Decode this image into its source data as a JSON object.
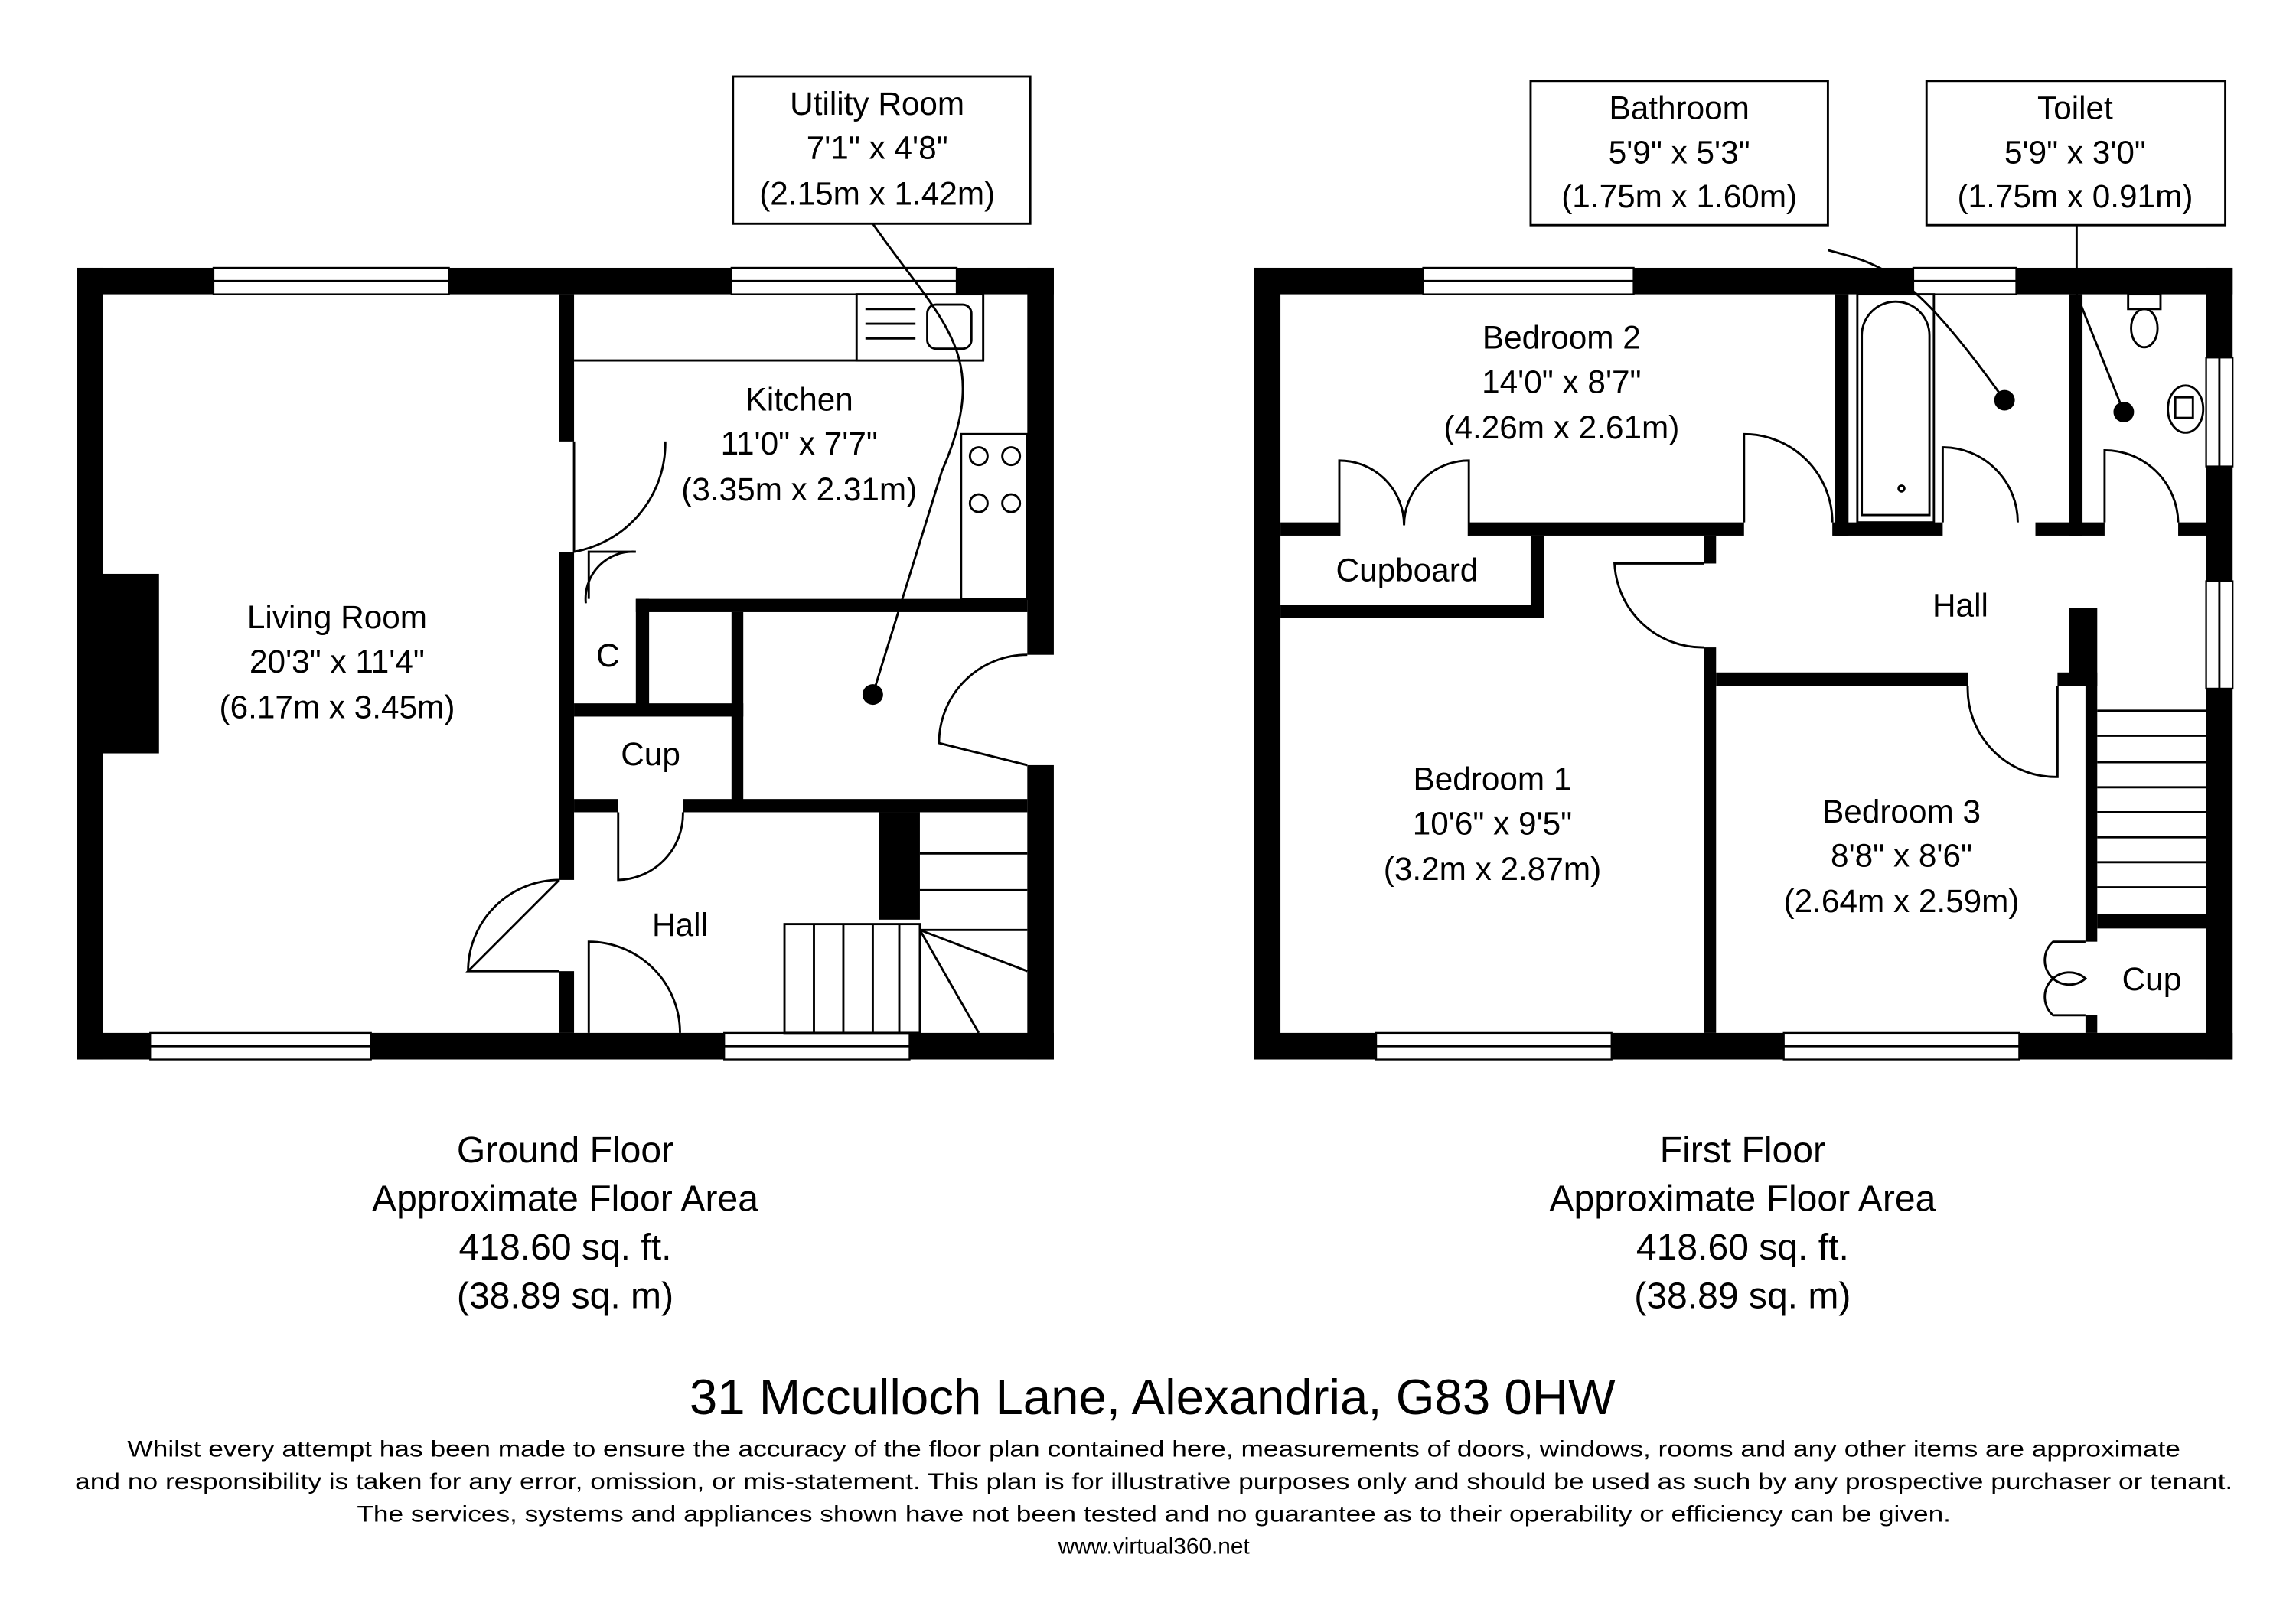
{
  "ground_floor": {
    "rooms": {
      "living_room": {
        "name": "Living Room",
        "imperial": "20'3\" x 11'4\"",
        "metric": "(6.17m x 3.45m)"
      },
      "kitchen": {
        "name": "Kitchen",
        "imperial": "11'0\" x 7'7\"",
        "metric": "(3.35m x 2.31m)"
      },
      "utility_room": {
        "name": "Utility Room",
        "imperial": "7'1\" x 4'8\"",
        "metric": "(2.15m x 1.42m)"
      },
      "closet": {
        "name": "C"
      },
      "cupboard": {
        "name": "Cup"
      },
      "hall": {
        "name": "Hall"
      }
    },
    "caption": {
      "floor": "Ground Floor",
      "label": "Approximate Floor Area",
      "sqft": "418.60 sq. ft.",
      "sqm": "(38.89 sq. m)"
    }
  },
  "first_floor": {
    "rooms": {
      "bedroom_2": {
        "name": "Bedroom 2",
        "imperial": "14'0\" x 8'7\"",
        "metric": "(4.26m x 2.61m)"
      },
      "bathroom": {
        "name": "Bathroom",
        "imperial": "5'9\" x 5'3\"",
        "metric": "(1.75m x 1.60m)"
      },
      "toilet": {
        "name": "Toilet",
        "imperial": "5'9\" x 3'0\"",
        "metric": "(1.75m x 0.91m)"
      },
      "cupboard": {
        "name": "Cupboard"
      },
      "hall": {
        "name": "Hall"
      },
      "bedroom_1": {
        "name": "Bedroom 1",
        "imperial": "10'6\" x 9'5\"",
        "metric": "(3.2m x 2.87m)"
      },
      "bedroom_3": {
        "name": "Bedroom 3",
        "imperial": "8'8\" x 8'6\"",
        "metric": "(2.64m x 2.59m)"
      },
      "cup": {
        "name": "Cup"
      }
    },
    "caption": {
      "floor": "First Floor",
      "label": "Approximate Floor Area",
      "sqft": "418.60 sq. ft.",
      "sqm": "(38.89 sq. m)"
    }
  },
  "address": "31 Mcculloch Lane, Alexandria, G83 0HW",
  "disclaimer": [
    "Whilst every attempt has been made to ensure the accuracy of the floor plan contained here, measurements of doors, windows, rooms and any other items are approximate",
    "and no responsibility is taken for any error, omission, or mis-statement. This plan is for illustrative purposes only and should be used as such by any prospective purchaser or tenant.",
    "The services, systems and appliances shown have not been tested and no guarantee as to their operability or efficiency can be given."
  ],
  "website": "www.virtual360.net"
}
